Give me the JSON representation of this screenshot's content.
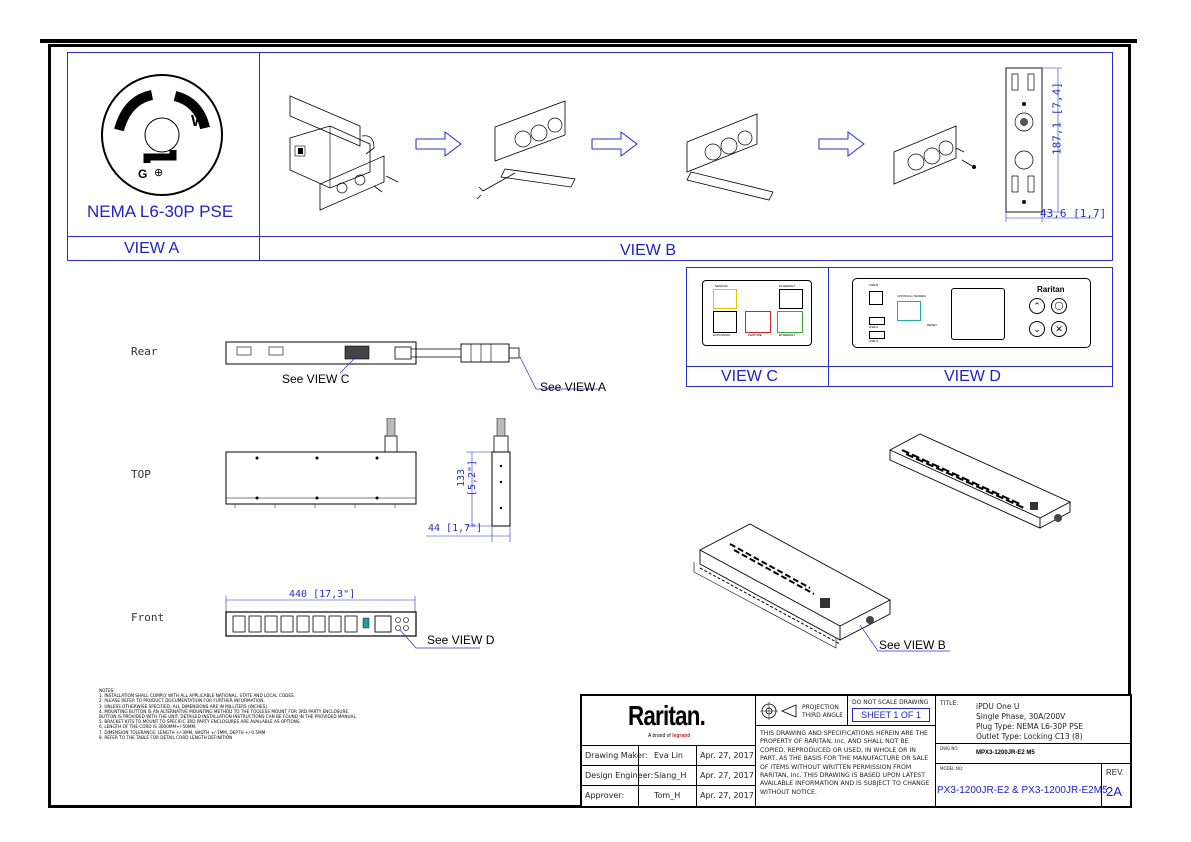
{
  "views": {
    "a": {
      "plug_label": "NEMA L6-30P PSE",
      "label": "VIEW A",
      "letter_w": "W",
      "letter_g": "G"
    },
    "b": {
      "label": "VIEW B",
      "dim_height": "187,1 [7,4]",
      "dim_width": "43,6 [1,7]"
    },
    "c": {
      "label": "VIEW C",
      "port_sensor": "SENSOR",
      "port_net": "ETHERNET",
      "port_exp": "EXPANSION",
      "port_feature": "FEATURE",
      "port_eth2": "ETHERNET"
    },
    "d": {
      "label": "VIEW D",
      "brand": "Raritan",
      "port_usbb": "USB-B",
      "port_console": "CONSOLE / MODEM",
      "port_usba1": "USB-A",
      "port_usba2": "USB-A",
      "port_reset": "RESET"
    }
  },
  "orthographic": {
    "rear_label": "Rear",
    "top_label": "TOP",
    "front_label": "Front",
    "see_c": "See VIEW C",
    "see_a": "See VIEW A",
    "see_d": "See VIEW D",
    "see_b": "See VIEW B",
    "dim_top_height": "133 [5,2\"]",
    "dim_top_depth": "44 [1,7\"]",
    "dim_front_width": "440 [17,3\"]"
  },
  "notes": {
    "title": "NOTES:",
    "items": [
      "1. INSTALLATION SHALL COMPLY WITH ALL APPLICABLE NATIONAL, STATE AND LOCAL CODES.",
      "2. PLEASE REFER TO PRODUCT DOCUMENTATION FOR FURTHER INFORMATION.",
      "3. UNLESS OTHERWISE SPECIFIED, ALL DIMENSIONS ARE IN MILLITERS (INCHES).",
      "4. MOUNTING BUTTON IS AN ALTERNATIVE MOUNTING METHOD TO THE TOOLESS MOUNT FOR 3RD PARTY ENCLOSURE.",
      "   BUTTON IS PROVIDED WITH THE UNIT. DETAILED INSTALLATION INSTRUCTIONS CAN BE FOUND IN THE PROVIDED MANUAL.",
      "5. BRACKET KITS TO MOUNT TO SPECIFIC 3RD PARTY ENCLOSURES ARE AVAILABLE AS OPTIONS.",
      "6. LENGTH OF THE CORD IS 3000MM+/-50MM.",
      "7. DIMENSION TOLERANCE: LENGTH +/-3MM, WIDTH +/-1MM, DEPTH +/-0.5MM",
      "8. REFER TO THE TABLE FOR DETAIL CORD LENGTH DEFINITION"
    ]
  },
  "title_block": {
    "logo": "Raritan.",
    "tagline_prefix": "A brand of",
    "tagline_brand": "legrand",
    "maker_label": "Drawing Maker:",
    "maker_name": "Eva Lin",
    "maker_date": "Apr. 27, 2017",
    "engineer_label": "Design Engineer:",
    "engineer_name": "Siang_H",
    "engineer_date": "Apr. 27, 2017",
    "approver_label": "Approver:",
    "approver_name": "Tom_H",
    "approver_date": "Apr. 27, 2017",
    "projection_line1": "PROJECTION",
    "projection_line2": "THIRD ANGLE",
    "do_not_scale": "DO NOT SCALE DRAWING",
    "sheet": "SHEET 1 OF 1",
    "disclaimer": "THIS DRAWING AND SPECIFICATIONS HEREIN ARE THE PROPERTY OF RARITAN, Inc. AND SHALL NOT BE COPIED, REPRODUCED OR USED, IN WHOLE OR IN PART, AS THE BASIS FOR THE MANUFACTURE OR SALE OF ITEMS WITHOUT WRITTEN PERMISSION FROM RARITAN, Inc. THIS DRAWING IS BASED UPON LATEST AVAILABLE INFORMATION AND IS SUBJECT TO CHANGE WITHOUT NOTICE.",
    "title_label": "TITLE:",
    "title_line1": "iPDU One U",
    "title_line2": "Single Phase, 30A/200V",
    "title_line3": "Plug Type: NEMA L6-30P PSE",
    "title_line4": "Outlet Type: Locking C13 (8)",
    "dwg_label": "DWG NO:",
    "dwg_no": "MPX3-1200JR-E2 M5",
    "model_label": "MODEL NO:",
    "model_no": "PX3-1200JR-E2 & PX3-1200JR-E2M5",
    "rev_label": "REV.",
    "rev_value": "2A"
  },
  "colors": {
    "blue": "#1e22c9",
    "legrand_red": "#d21f1f"
  }
}
